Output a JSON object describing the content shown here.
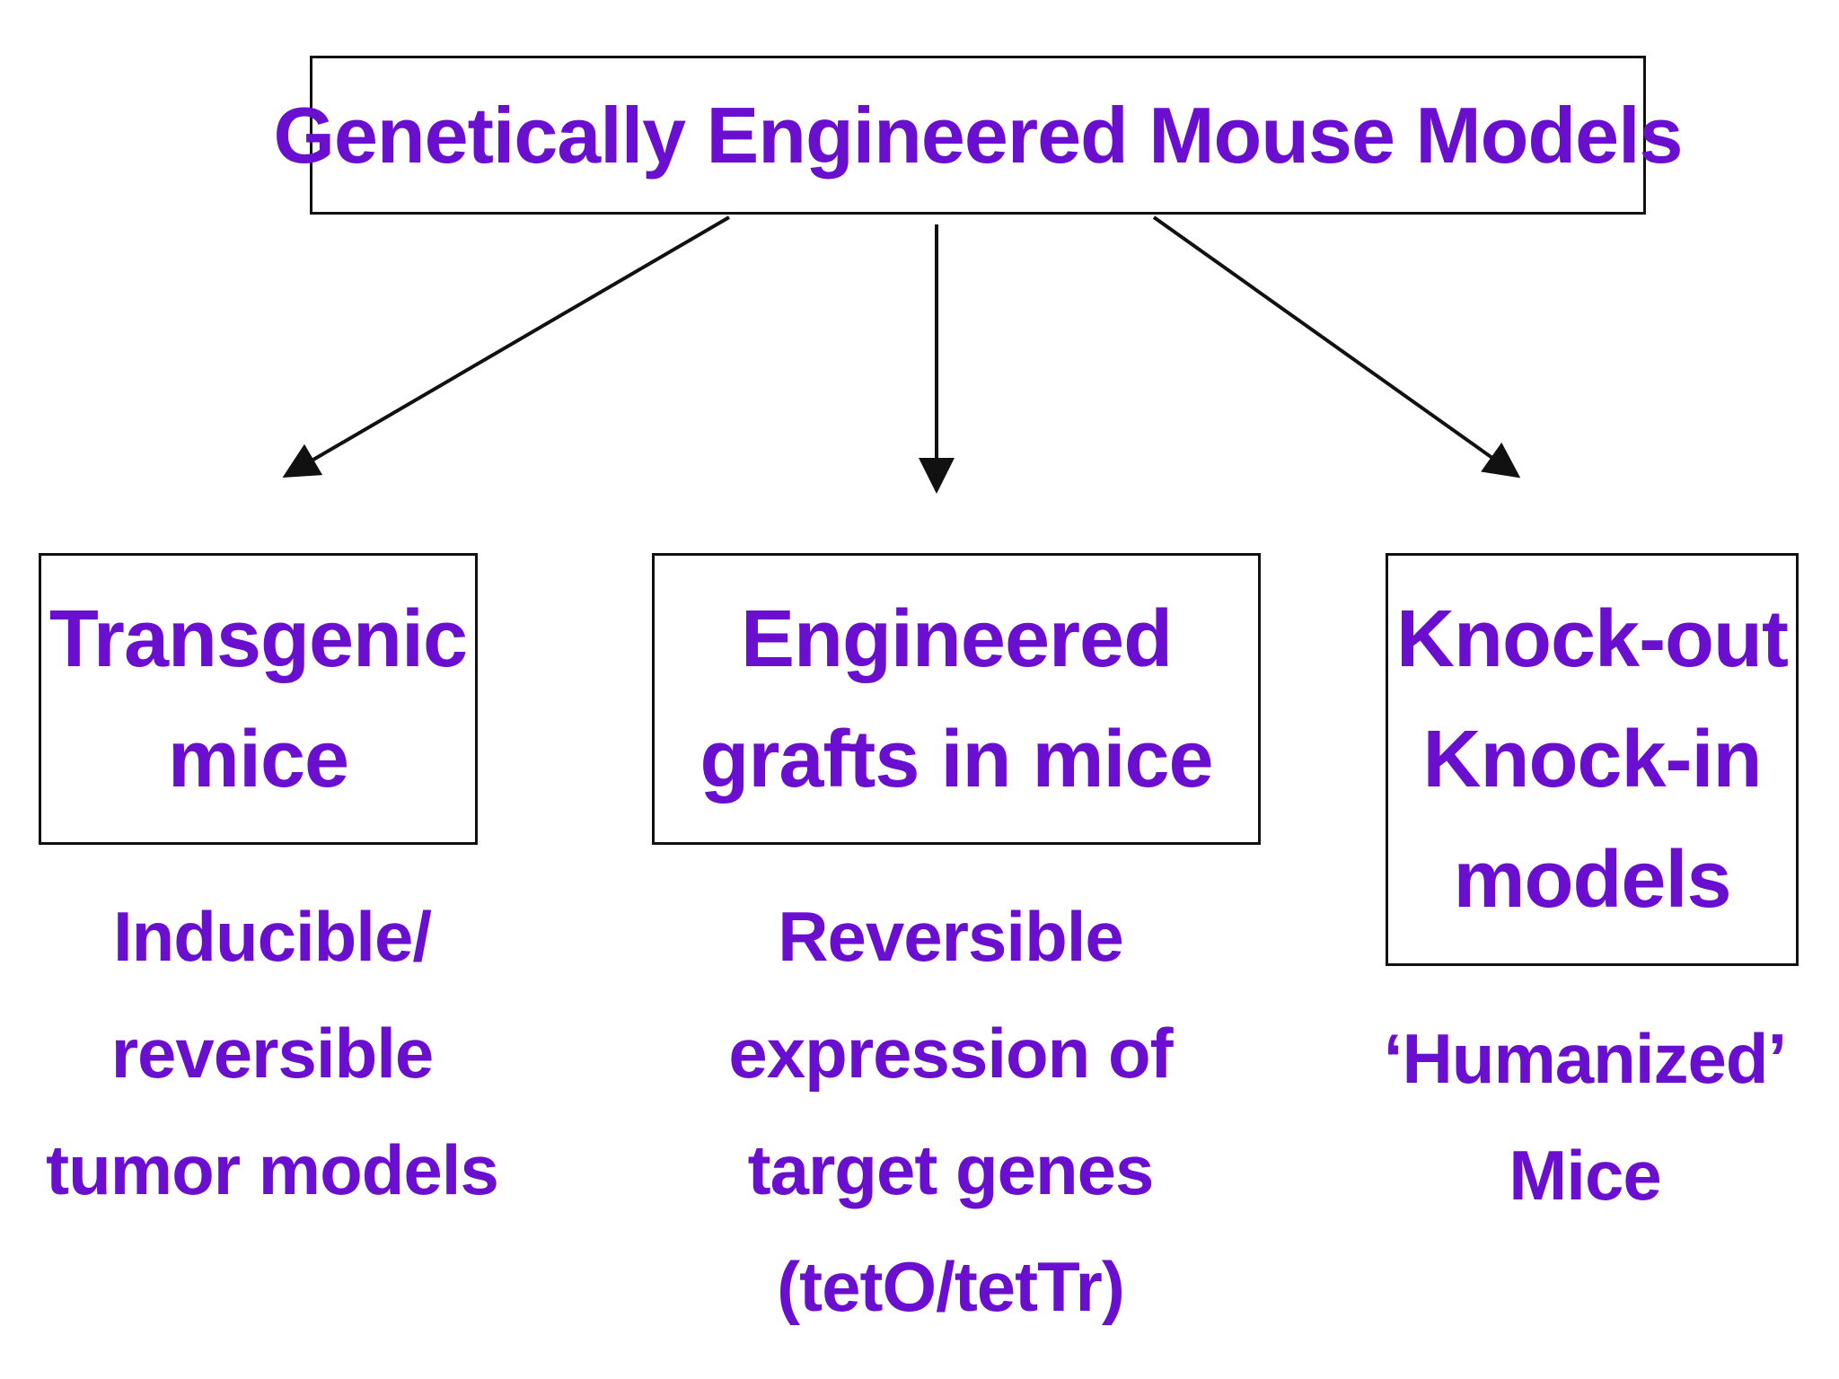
{
  "diagram": {
    "root": {
      "label": "Genetically Engineered Mouse Models"
    },
    "children": [
      {
        "id": "transgenic",
        "label": "Transgenic\nmice",
        "note": "Inducible/\nreversible\ntumor models"
      },
      {
        "id": "grafts",
        "label": "Engineered\ngrafts in mice",
        "note": "Reversible\nexpression of\ntarget genes\n(tetO/tetTr)"
      },
      {
        "id": "knockout",
        "label": "Knock-out\nKnock-in\nmodels",
        "note": "‘Humanized’\nMice"
      }
    ],
    "colors": {
      "text": "#6a0fd0",
      "stroke": "#111111",
      "background": "#ffffff"
    }
  }
}
